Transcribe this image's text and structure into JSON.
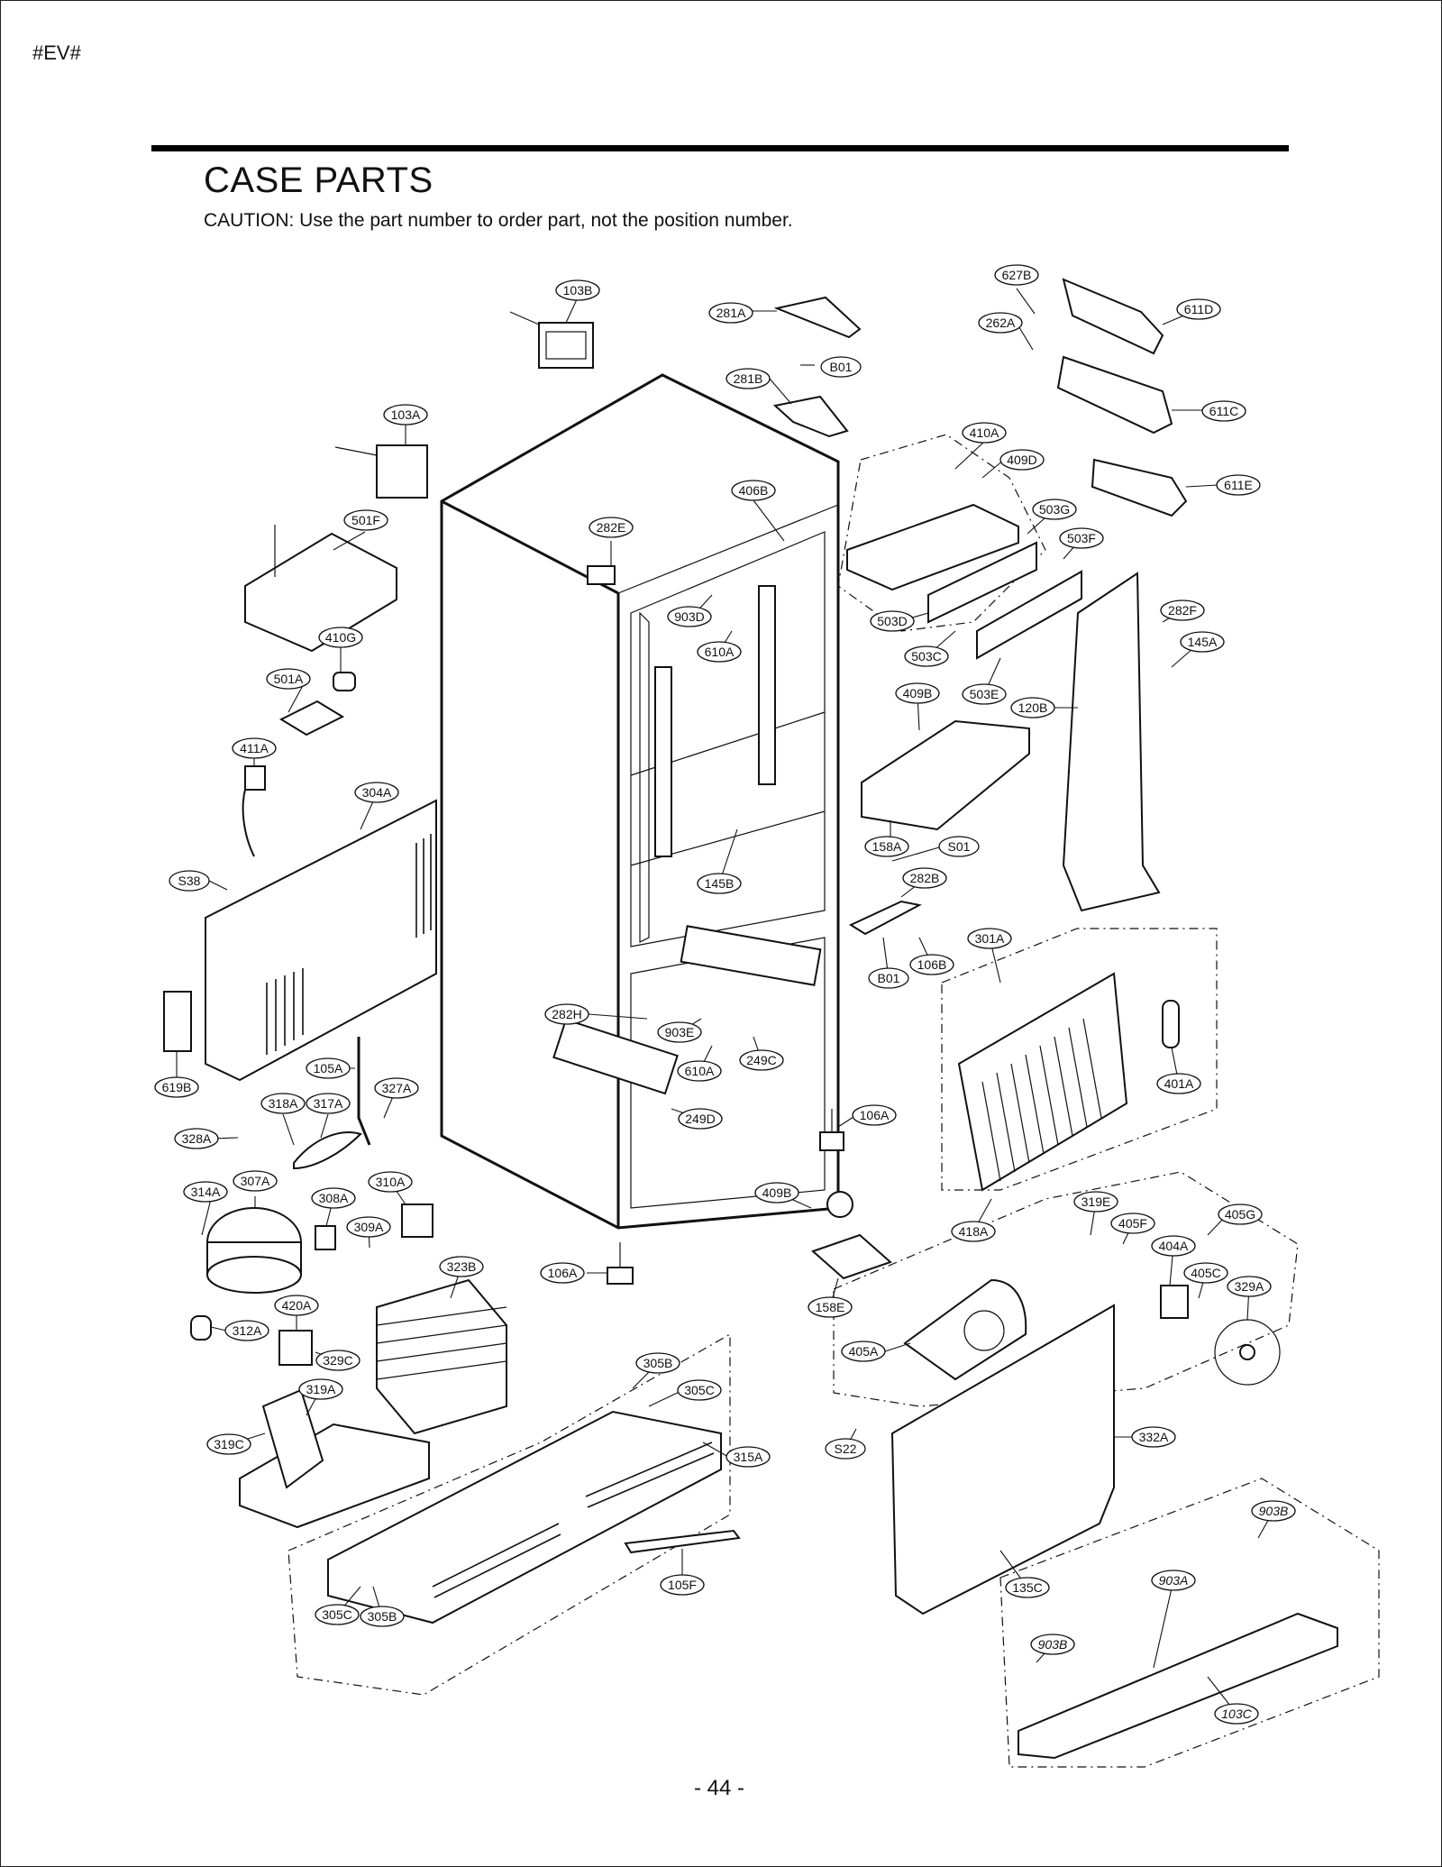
{
  "header": {
    "doc_code": "#EV#"
  },
  "section": {
    "title": "CASE PARTS",
    "caution": "CAUTION: Use the part number to order part, not the position number."
  },
  "footer": {
    "page_number": "- 44 -"
  },
  "callouts": [
    "103B",
    "281A",
    "627B",
    "611D",
    "262A",
    "B01",
    "281B",
    "611C",
    "103A",
    "410A",
    "409D",
    "611E",
    "406B",
    "503G",
    "501F",
    "282E",
    "503F",
    "903D",
    "503D",
    "282F",
    "610A",
    "145A",
    "410G",
    "503C",
    "501A",
    "409B",
    "503E",
    "120B",
    "411A",
    "304A",
    "158A",
    "S01",
    "S38",
    "145B",
    "282B",
    "301A",
    "106B",
    "B01",
    "282H",
    "903E",
    "619B",
    "105A",
    "249C",
    "610A",
    "401A",
    "318A",
    "317A",
    "327A",
    "249D",
    "106A",
    "328A",
    "307A",
    "310A",
    "409B",
    "314A",
    "308A",
    "319E",
    "405F",
    "405G",
    "309A",
    "418A",
    "404A",
    "405C",
    "323B",
    "106A",
    "329A",
    "158E",
    "420A",
    "312A",
    "405A",
    "329C",
    "305B",
    "305C",
    "319A",
    "319C",
    "S22",
    "315A",
    "332A",
    "903B",
    "105F",
    "903A",
    "135C",
    "305C",
    "305B",
    "903B",
    "103C"
  ]
}
